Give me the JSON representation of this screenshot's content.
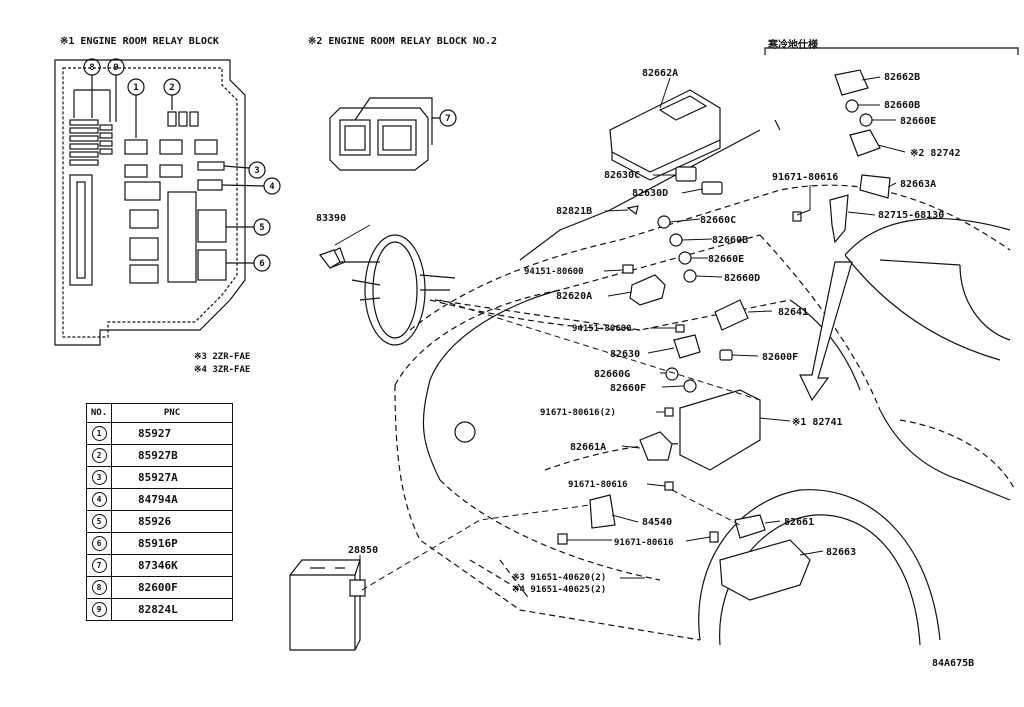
{
  "headers": {
    "block1": "※1 ENGINE ROOM RELAY BLOCK",
    "block2": "※2 ENGINE ROOM RELAY BLOCK NO.2",
    "cold_spec": "寒冷地仕様"
  },
  "engine_notes": [
    "※3 2ZR-FAE",
    "※4 3ZR-FAE"
  ],
  "relay_block_callouts": [
    "8",
    "9",
    "1",
    "2",
    "3",
    "4",
    "5",
    "6"
  ],
  "relay_block2_callout": "7",
  "table": {
    "col_no": "NO.",
    "col_pnc": "PNC",
    "rows": [
      {
        "no": "1",
        "pnc": "85927"
      },
      {
        "no": "2",
        "pnc": "85927B"
      },
      {
        "no": "3",
        "pnc": "85927A"
      },
      {
        "no": "4",
        "pnc": "84794A"
      },
      {
        "no": "5",
        "pnc": "85926"
      },
      {
        "no": "6",
        "pnc": "85916P"
      },
      {
        "no": "7",
        "pnc": "87346K"
      },
      {
        "no": "8",
        "pnc": "82600F"
      },
      {
        "no": "9",
        "pnc": "82824L"
      }
    ]
  },
  "parts": {
    "p82662A": "82662A",
    "p82662B": "82662B",
    "p82660B_top": "82660B",
    "p82660E_top": "82660E",
    "p82742": "※2 82742",
    "p91671_a": "91671-80616",
    "p82663A": "82663A",
    "p82715": "82715-68130",
    "p82630C": "82630C",
    "p82630D": "82630D",
    "p82821B": "82821B",
    "p82660C": "82660C",
    "p82660B": "82660B",
    "p82660E": "82660E",
    "p82660D": "82660D",
    "p83390": "83390",
    "p94151_a": "94151-80600",
    "p82620A": "82620A",
    "p82641": "82641",
    "p94151_b": "94151-80600",
    "p82630": "82630",
    "p82600F": "82600F",
    "p82660G": "82660G",
    "p82660F": "82660F",
    "p91671_2": "91671-80616(2)",
    "p82741": "※1 82741",
    "p82661A": "82661A",
    "p91671_b": "91671-80616",
    "p84540": "84540",
    "p82661": "82661",
    "p91671_c": "91671-80616",
    "p82663": "82663",
    "p28850": "28850",
    "p91651_3": "※3 91651-40620(2)",
    "p91651_4": "※4 91651-40625(2)"
  },
  "diagram_code": "84A675B"
}
